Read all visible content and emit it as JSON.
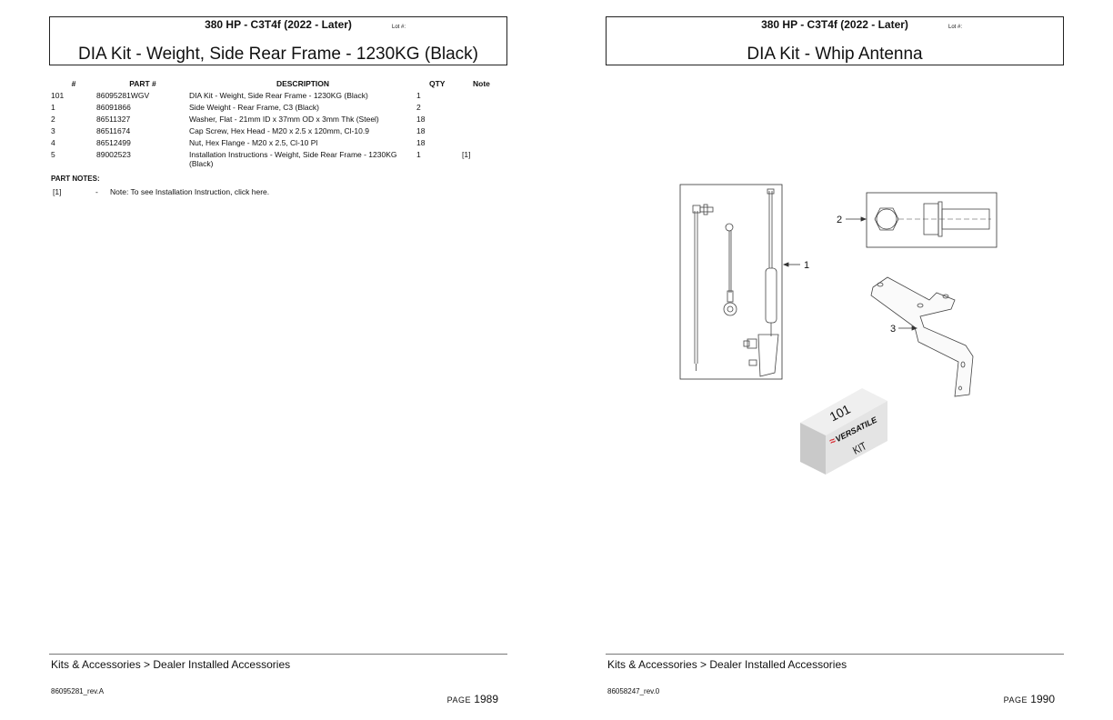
{
  "pages": [
    {
      "model": "380 HP - C3T4f (2022 - Later)",
      "lot_label": "Lot #:",
      "kit_title": "DIA Kit - Weight, Side Rear Frame - 1230KG (Black)",
      "table": {
        "headers": [
          "#",
          "PART #",
          "DESCRIPTION",
          "QTY",
          "Note"
        ],
        "rows": [
          {
            "num": "101",
            "part": "86095281WGV",
            "desc": "DIA Kit - Weight, Side Rear Frame - 1230KG (Black)",
            "qty": "1",
            "note": ""
          },
          {
            "num": "1",
            "part": "86091866",
            "desc": "Side Weight - Rear Frame, C3 (Black)",
            "qty": "2",
            "note": ""
          },
          {
            "num": "2",
            "part": "86511327",
            "desc": "Washer, Flat - 21mm ID x 37mm OD x 3mm Thk (Steel)",
            "qty": "18",
            "note": ""
          },
          {
            "num": "3",
            "part": "86511674",
            "desc": "Cap Screw, Hex Head - M20 x 2.5 x 120mm, Cl-10.9",
            "qty": "18",
            "note": ""
          },
          {
            "num": "4",
            "part": "86512499",
            "desc": "Nut, Hex Flange - M20 x 2.5, Cl-10 Pl",
            "qty": "18",
            "note": ""
          },
          {
            "num": "5",
            "part": "89002523",
            "desc": "Installation Instructions - Weight, Side Rear Frame - 1230KG (Black)",
            "qty": "1",
            "note": "[1]"
          }
        ]
      },
      "part_notes": {
        "heading": "PART NOTES:",
        "items": [
          {
            "ref": "[1]",
            "dash": "-",
            "text": "Note: To see Installation Instruction, click here."
          }
        ]
      },
      "footer": {
        "breadcrumb": "Kits & Accessories > Dealer Installed Accessories",
        "revision": "86095281_rev.A",
        "page_word": "Page",
        "page_number": "1989"
      }
    },
    {
      "model": "380 HP - C3T4f (2022 - Later)",
      "lot_label": "Lot #:",
      "kit_title": "DIA Kit - Whip Antenna",
      "drawing": {
        "callouts": [
          "1",
          "2",
          "3"
        ],
        "kit_box": {
          "number": "101",
          "brand": "VERSATILE",
          "label": "KIT",
          "brand_color": "#d9232a"
        }
      },
      "footer": {
        "breadcrumb": "Kits & Accessories > Dealer Installed Accessories",
        "revision": "86058247_rev.0",
        "page_word": "Page",
        "page_number": "1990"
      }
    }
  ]
}
